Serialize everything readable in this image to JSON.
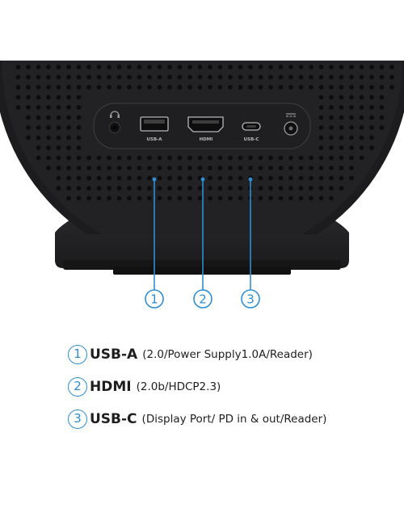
{
  "device": {
    "port_labels": [
      "USB-A",
      "HDMI",
      "USB-C"
    ],
    "callouts": [
      "1",
      "2",
      "3"
    ]
  },
  "legend": [
    {
      "num": "1",
      "name": "USB-A",
      "spec": "(2.0/Power Supply1.0A/Reader)"
    },
    {
      "num": "2",
      "name": "HDMI",
      "spec": "(2.0b/HDCP2.3)"
    },
    {
      "num": "3",
      "name": "USB-C",
      "spec": "(Display Port/ PD in & out/Reader)"
    }
  ],
  "colors": {
    "device_body": "#1f1f21",
    "device_base": "#232325",
    "callout_blue": "#2d8fd4",
    "text": "#1e1e1e"
  },
  "icons": [
    "headphone-icon",
    "dc-power-icon"
  ]
}
